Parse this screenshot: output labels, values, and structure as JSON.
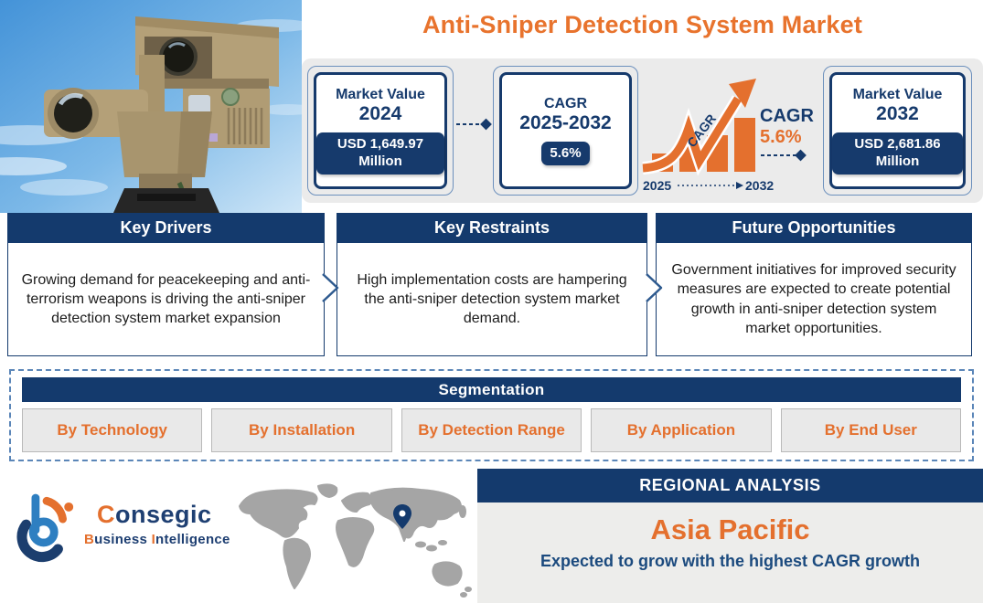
{
  "title": "Anti-Sniper Detection System Market",
  "stats": {
    "mv2024": {
      "label1": "Market Value",
      "label2": "2024",
      "value": "USD 1,649.97 Million"
    },
    "cagr_card": {
      "label1": "CAGR",
      "label2": "2025-2032",
      "value": "5.6%"
    },
    "growth": {
      "arrow_label": "CAGR",
      "cagr_label": "CAGR",
      "cagr_value": "5.6%",
      "year_start": "2025",
      "year_end": "2032"
    },
    "mv2032": {
      "label1": "Market Value",
      "label2": "2032",
      "value": "USD 2,681.86 Million"
    }
  },
  "panels": [
    {
      "title": "Key Drivers",
      "body": "Growing demand for peacekeeping and anti-terrorism weapons is driving the anti-sniper detection system market expansion"
    },
    {
      "title": "Key Restraints",
      "body": "High implementation costs are hampering the anti-sniper detection system market demand."
    },
    {
      "title": "Future Opportunities",
      "body": "Government initiatives for improved security measures are expected to create potential growth in anti-sniper detection system market opportunities."
    }
  ],
  "segmentation": {
    "title": "Segmentation",
    "items": [
      "By Technology",
      "By Installation",
      "By Detection Range",
      "By Application",
      "By End User"
    ]
  },
  "footer": {
    "logo": {
      "name_initial": "C",
      "name_rest": "onsegic",
      "sub_initial1": "B",
      "sub_part1": "usiness ",
      "sub_initial2": "I",
      "sub_part2": "ntelligence"
    },
    "regional": {
      "header": "REGIONAL ANALYSIS",
      "region": "Asia Pacific",
      "note": "Expected to grow with the highest CAGR growth"
    }
  },
  "colors": {
    "navy": "#143a6d",
    "orange": "#e4702e",
    "band_gray": "#ebebeb",
    "chip_gray": "#e9e9e9",
    "map_gray": "#a5a5a5",
    "dashed_border_blue": "#5b86b8"
  }
}
